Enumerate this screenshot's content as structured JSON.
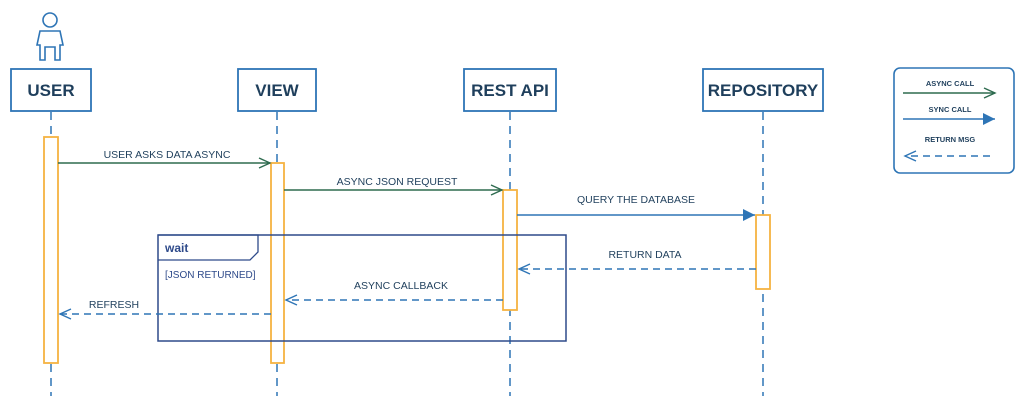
{
  "actors": [
    {
      "id": "user",
      "label": "USER"
    },
    {
      "id": "view",
      "label": "VIEW"
    },
    {
      "id": "rest",
      "label": "REST API"
    },
    {
      "id": "repo",
      "label": "REPOSITORY"
    }
  ],
  "messages": [
    {
      "id": "m1",
      "label": "USER ASKS DATA ASYNC",
      "type": "async"
    },
    {
      "id": "m2",
      "label": "ASYNC JSON REQUEST",
      "type": "async"
    },
    {
      "id": "m3",
      "label": "QUERY THE DATABASE",
      "type": "sync"
    },
    {
      "id": "m4",
      "label": "RETURN DATA",
      "type": "return"
    },
    {
      "id": "m5",
      "label": "ASYNC CALLBACK",
      "type": "return"
    },
    {
      "id": "m6",
      "label": "REFRESH",
      "type": "return"
    }
  ],
  "fragment": {
    "operator": "wait",
    "guard": "[JSON RETURNED]"
  },
  "legend": {
    "async_label": "ASYNC CALL",
    "sync_label": "SYNC CALL",
    "return_label": "RETURN MSG"
  },
  "colors": {
    "box_stroke": "#2e75b6",
    "title_text": "#1f3f5c",
    "lifeline": "#2e75b6",
    "activation": "#f5b342",
    "async_arrow": "#2e6b4f",
    "sync_arrow": "#2e75b6",
    "return_arrow": "#2e75b6",
    "fragment": "#2e4a8a"
  }
}
